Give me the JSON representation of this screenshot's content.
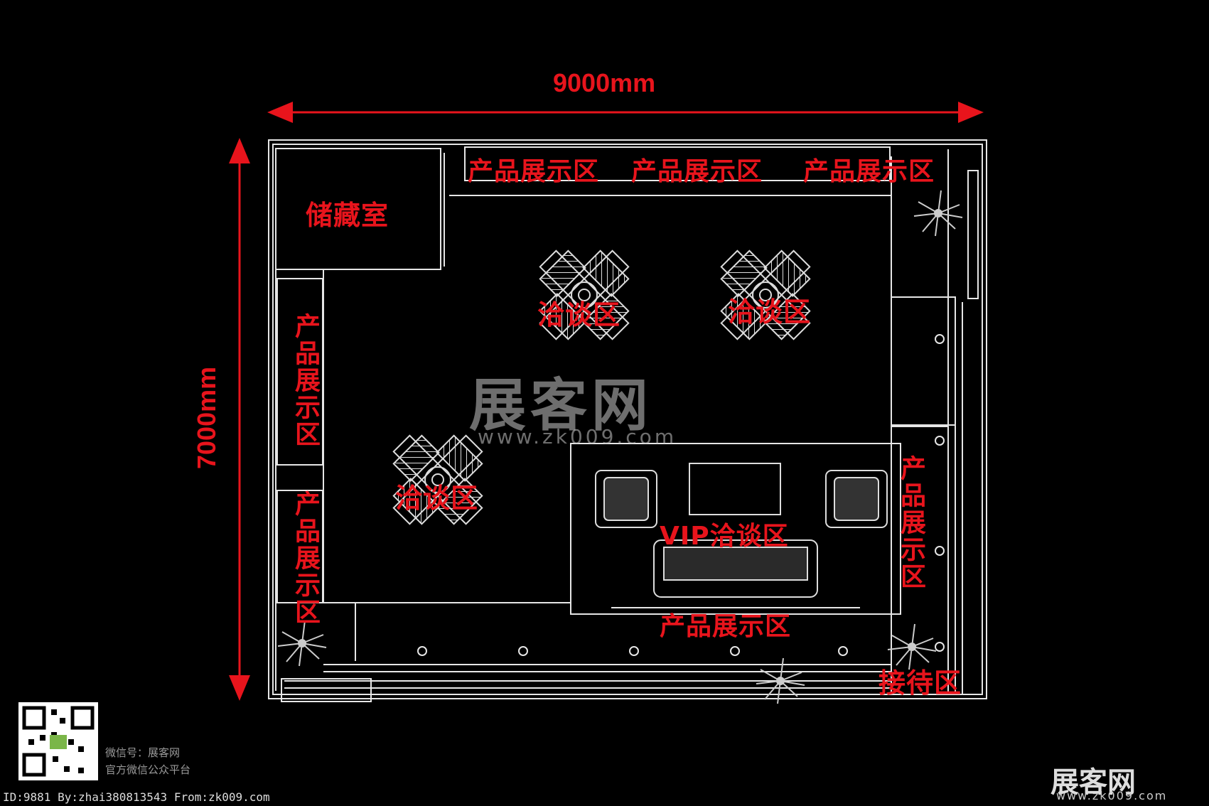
{
  "dimensions": {
    "width_label": "9000mm",
    "height_label": "7000mm"
  },
  "zones": {
    "storage": "储藏室",
    "display_top_1": "产品展示区",
    "display_top_2": "产品展示区",
    "display_top_3": "产品展示区",
    "display_left_1": "产品展示区",
    "display_left_2": "产品展示区",
    "display_right": "产品展示区",
    "display_bottom": "产品展示区",
    "negotiation_1": "洽谈区",
    "negotiation_2": "洽谈区",
    "negotiation_3": "洽谈区",
    "vip": "VIP洽谈区",
    "reception": "接待区"
  },
  "watermark": {
    "brand": "展客网",
    "url": "www.zk009.com"
  },
  "qr_caption": {
    "line1": "微信号：展客网",
    "line2": "官方微信公众平台"
  },
  "footer": {
    "id_line": "ID:9881 By:zhai380813543 From:zk009.com"
  },
  "logo": {
    "brand": "展客网",
    "url": "www.zk009.com"
  },
  "colors": {
    "accent": "#e8141c",
    "line": "#e6e6e6",
    "background": "#000000"
  }
}
